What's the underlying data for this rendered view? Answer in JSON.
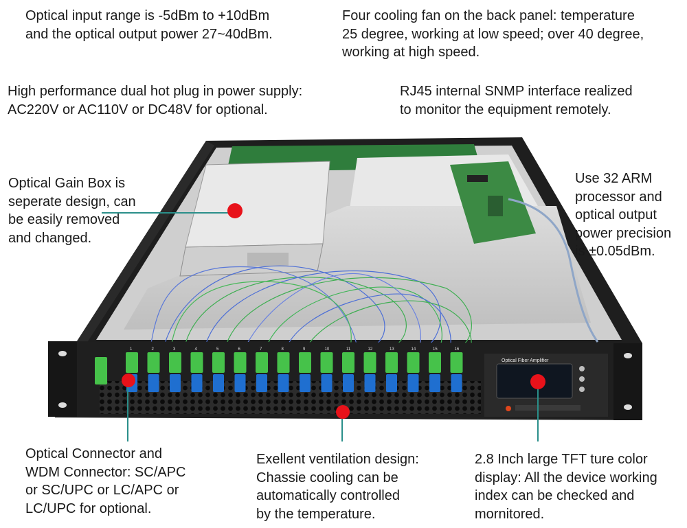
{
  "callouts": {
    "optical_range": [
      "Optical input range is -5dBm to +10dBm",
      "and the optical output power 27~40dBm."
    ],
    "cooling_fans": [
      "Four cooling fan on the back panel: temperature",
      "25 degree, working at low speed; over 40 degree,",
      "working at high speed."
    ],
    "power_supply": [
      "High performance dual hot plug in power supply:",
      "AC220V or AC110V or DC48V for optional."
    ],
    "snmp": [
      "RJ45 internal SNMP interface realized",
      "to monitor the equipment remotely."
    ],
    "gain_box": [
      "Optical Gain Box is",
      "seperate design, can",
      "be easily removed",
      "and changed."
    ],
    "arm": [
      "Use 32 ARM",
      "processor and",
      "optical output",
      "power precision",
      "is ±0.05dBm."
    ],
    "connectors": [
      "Optical Connector and",
      "WDM Connector: SC/APC",
      "or SC/UPC or LC/APC or",
      "LC/UPC for optional."
    ],
    "ventilation": [
      "Exellent ventilation design:",
      "Chassie cooling can be",
      "automatically controlled",
      "by the temperature."
    ],
    "display": [
      "2.8 Inch large TFT ture color",
      "display: All the device working",
      "index can be checked and",
      "mornitored."
    ]
  },
  "panel": {
    "brand_title": "Optical Fiber Amplifier",
    "port_numbers": [
      "1",
      "2",
      "3",
      "4",
      "5",
      "6",
      "7",
      "8",
      "9",
      "10",
      "11",
      "12",
      "13",
      "14",
      "15",
      "16"
    ]
  },
  "colors": {
    "marker": "#e8121a",
    "leader": "#2a8f8a",
    "chassis": "#1b1b1b",
    "green_port": "#46c24a",
    "blue_port": "#1f6fd0"
  }
}
